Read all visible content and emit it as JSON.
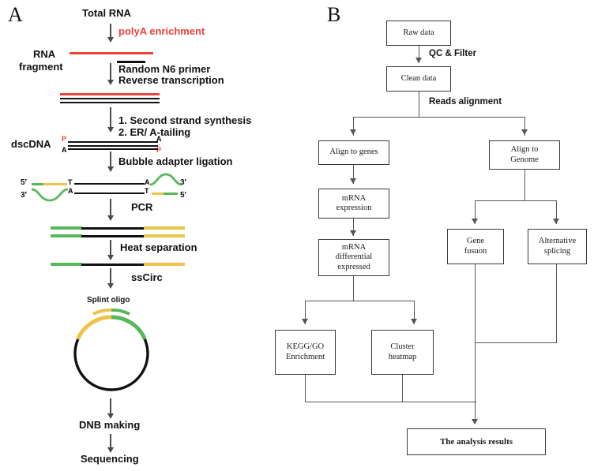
{
  "figure": {
    "panel_a_letter": "A",
    "panel_b_letter": "B"
  },
  "panel_a": {
    "title_step": "Total RNA",
    "steps": {
      "polya": "polyA enrichment",
      "rna_fragment_l1": "RNA",
      "rna_fragment_l2": "fragment",
      "random_primer_l1": "Random N6 primer",
      "random_primer_l2": "Reverse transcription",
      "second_strand_l1": "1. Second strand synthesis",
      "second_strand_l2": "2. ER/ A-tailing",
      "dscdna": "dscDNA",
      "bubble": "Bubble adapter ligation",
      "pcr": "PCR",
      "heat": "Heat separation",
      "sscirc": "ssCirc",
      "splint": "Splint oligo",
      "dnb": "DNB making",
      "sequencing": "Sequencing"
    },
    "strand_marks": {
      "p_left": "P",
      "a_left": "A",
      "a_right": "A",
      "p_right": "P",
      "five_prime_top": "5′",
      "three_prime_bottom": "3′",
      "three_prime_top_right": "3′",
      "five_prime_bottom_right": "5′",
      "t_top_left": "T",
      "a_bottom_left": "A",
      "a_top_right": "A",
      "t_bottom_right": "T"
    },
    "colors": {
      "rna_red": "#e8453c",
      "dna_black": "#111111",
      "adapter_green": "#57b85a",
      "adapter_gold": "#efc34a",
      "arrow_gray": "#4a4a4a"
    }
  },
  "panel_b": {
    "nodes": [
      {
        "id": "raw-data",
        "label": "Raw data"
      },
      {
        "id": "clean-data",
        "label": "Clean data"
      },
      {
        "id": "align-to-genes",
        "label": "Align to genes"
      },
      {
        "id": "align-to-genome",
        "label": "Align to\nGenome"
      },
      {
        "id": "mrna-expression",
        "label": "mRNA\nexpression"
      },
      {
        "id": "mrna-differential",
        "label": "mRNA\ndifferential\nexpressed"
      },
      {
        "id": "gene-fusion",
        "label": "Gene\nfusuon"
      },
      {
        "id": "alternative-splicing",
        "label": "Alternative\nsplicing"
      },
      {
        "id": "kegg-go-enrichment",
        "label": "KEGG/GO\nEnrichment"
      },
      {
        "id": "cluster-heatmap",
        "label": "Cluster\nheatmap"
      },
      {
        "id": "analysis-results",
        "label": "The analysis results"
      }
    ],
    "edge_labels": {
      "qc_filter": "QC & Filter",
      "reads_alignment": "Reads alignment"
    },
    "colors": {
      "box_border": "#3a3a3a",
      "connector": "#555555"
    }
  }
}
